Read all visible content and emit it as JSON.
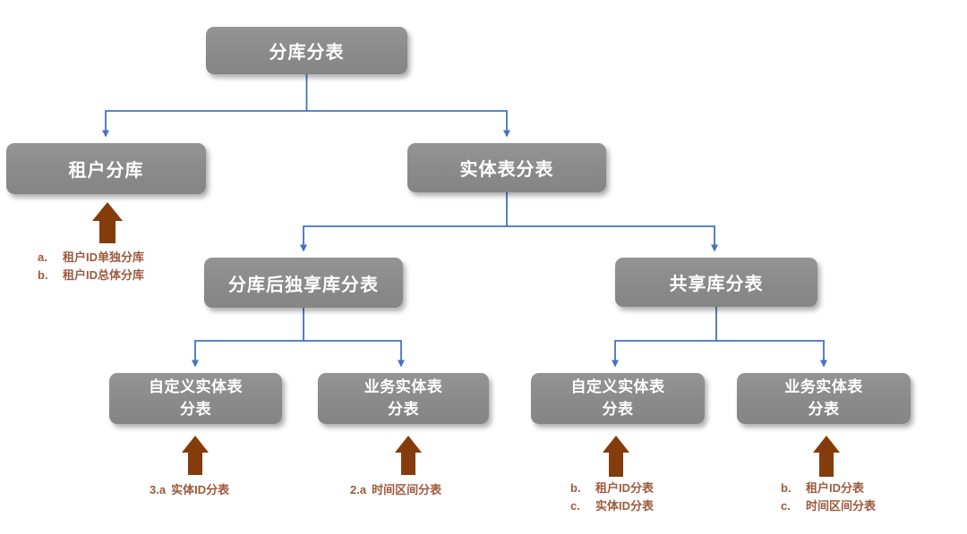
{
  "colors": {
    "node_fill": "#8a8a8a",
    "node_text": "#ffffff",
    "connector_blue": "#4472c4",
    "block_arrow_brown": "#843c0c",
    "annotation_text_brown": "#9c5a3c",
    "background": "#ffffff"
  },
  "nodes": {
    "root": {
      "label": "分库分表"
    },
    "tenant_db": {
      "label": "租户分库"
    },
    "entity_table": {
      "label": "实体表分表"
    },
    "exclusive_db_split": {
      "label": "分库后独享库分表"
    },
    "shared_db_split": {
      "label": "共享库分表"
    },
    "custom_entity_left": {
      "line1": "自定义实体表",
      "line2": "分表"
    },
    "business_entity_left": {
      "line1": "业务实体表",
      "line2": "分表"
    },
    "custom_entity_right": {
      "line1": "自定义实体表",
      "line2": "分表"
    },
    "business_entity_right": {
      "line1": "业务实体表",
      "line2": "分表"
    }
  },
  "annotations": {
    "tenant_db": {
      "items": [
        {
          "marker": "a.",
          "text": "租户ID单独分库"
        },
        {
          "marker": "b.",
          "text": "租户ID总体分库"
        }
      ]
    },
    "custom_entity_left": {
      "items": [
        {
          "marker": "3.a",
          "text": "实体ID分表"
        }
      ]
    },
    "business_entity_left": {
      "items": [
        {
          "marker": "2.a",
          "text": "时间区间分表"
        }
      ]
    },
    "custom_entity_right": {
      "items": [
        {
          "marker": "b.",
          "text": "租户ID分表"
        },
        {
          "marker": "c.",
          "text": "实体ID分表"
        }
      ]
    },
    "business_entity_right": {
      "items": [
        {
          "marker": "b.",
          "text": "租户ID分表"
        },
        {
          "marker": "c.",
          "text": "时间区间分表"
        }
      ]
    }
  }
}
